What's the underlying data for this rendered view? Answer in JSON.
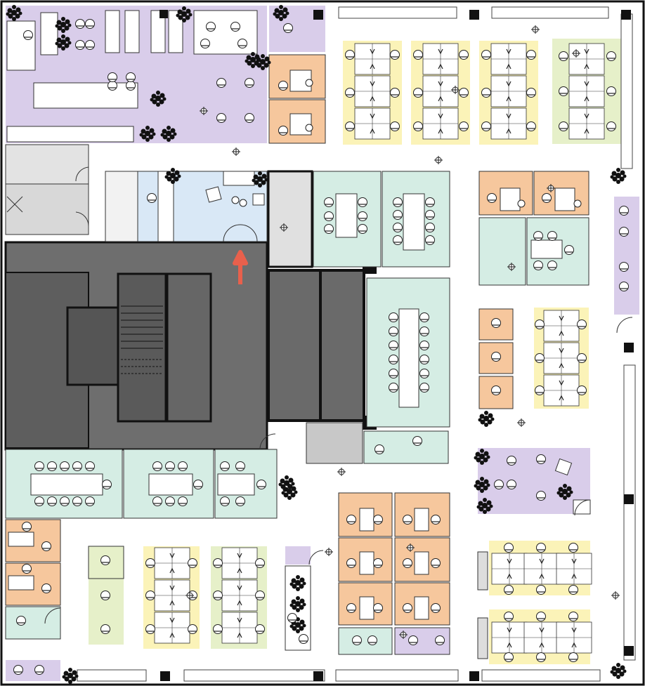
{
  "colors": {
    "lounge": "#d9cdea",
    "office": "#f6c79d",
    "meeting": "#d5ede4",
    "reception": "#d9e8f6",
    "desk_yellow": "#fbf3b8",
    "desk_green": "#e6f0c9",
    "core": "#6e6e6e",
    "core_dark": "#5a5a5a",
    "service": "#e3e3e3",
    "wall": "#111111",
    "plant": "#111111",
    "arrow": "#e8604c"
  },
  "zones": [
    {
      "type": "lounge",
      "label": "lounge-north"
    },
    {
      "type": "lounge",
      "label": "lounge-east"
    },
    {
      "type": "lounge",
      "label": "lounge-southwest"
    },
    {
      "type": "reception",
      "label": "reception"
    },
    {
      "type": "meeting",
      "label": "meeting-room"
    },
    {
      "type": "office",
      "label": "private-office"
    },
    {
      "type": "desk_yellow",
      "label": "open-workstations"
    },
    {
      "type": "desk_green",
      "label": "open-workstations"
    },
    {
      "type": "core",
      "label": "building-core"
    }
  ],
  "icons": [
    "plant-icon",
    "chair-icon",
    "person-icon",
    "door-swing-icon",
    "entrance-arrow-icon",
    "stair-icon",
    "column-icon"
  ]
}
